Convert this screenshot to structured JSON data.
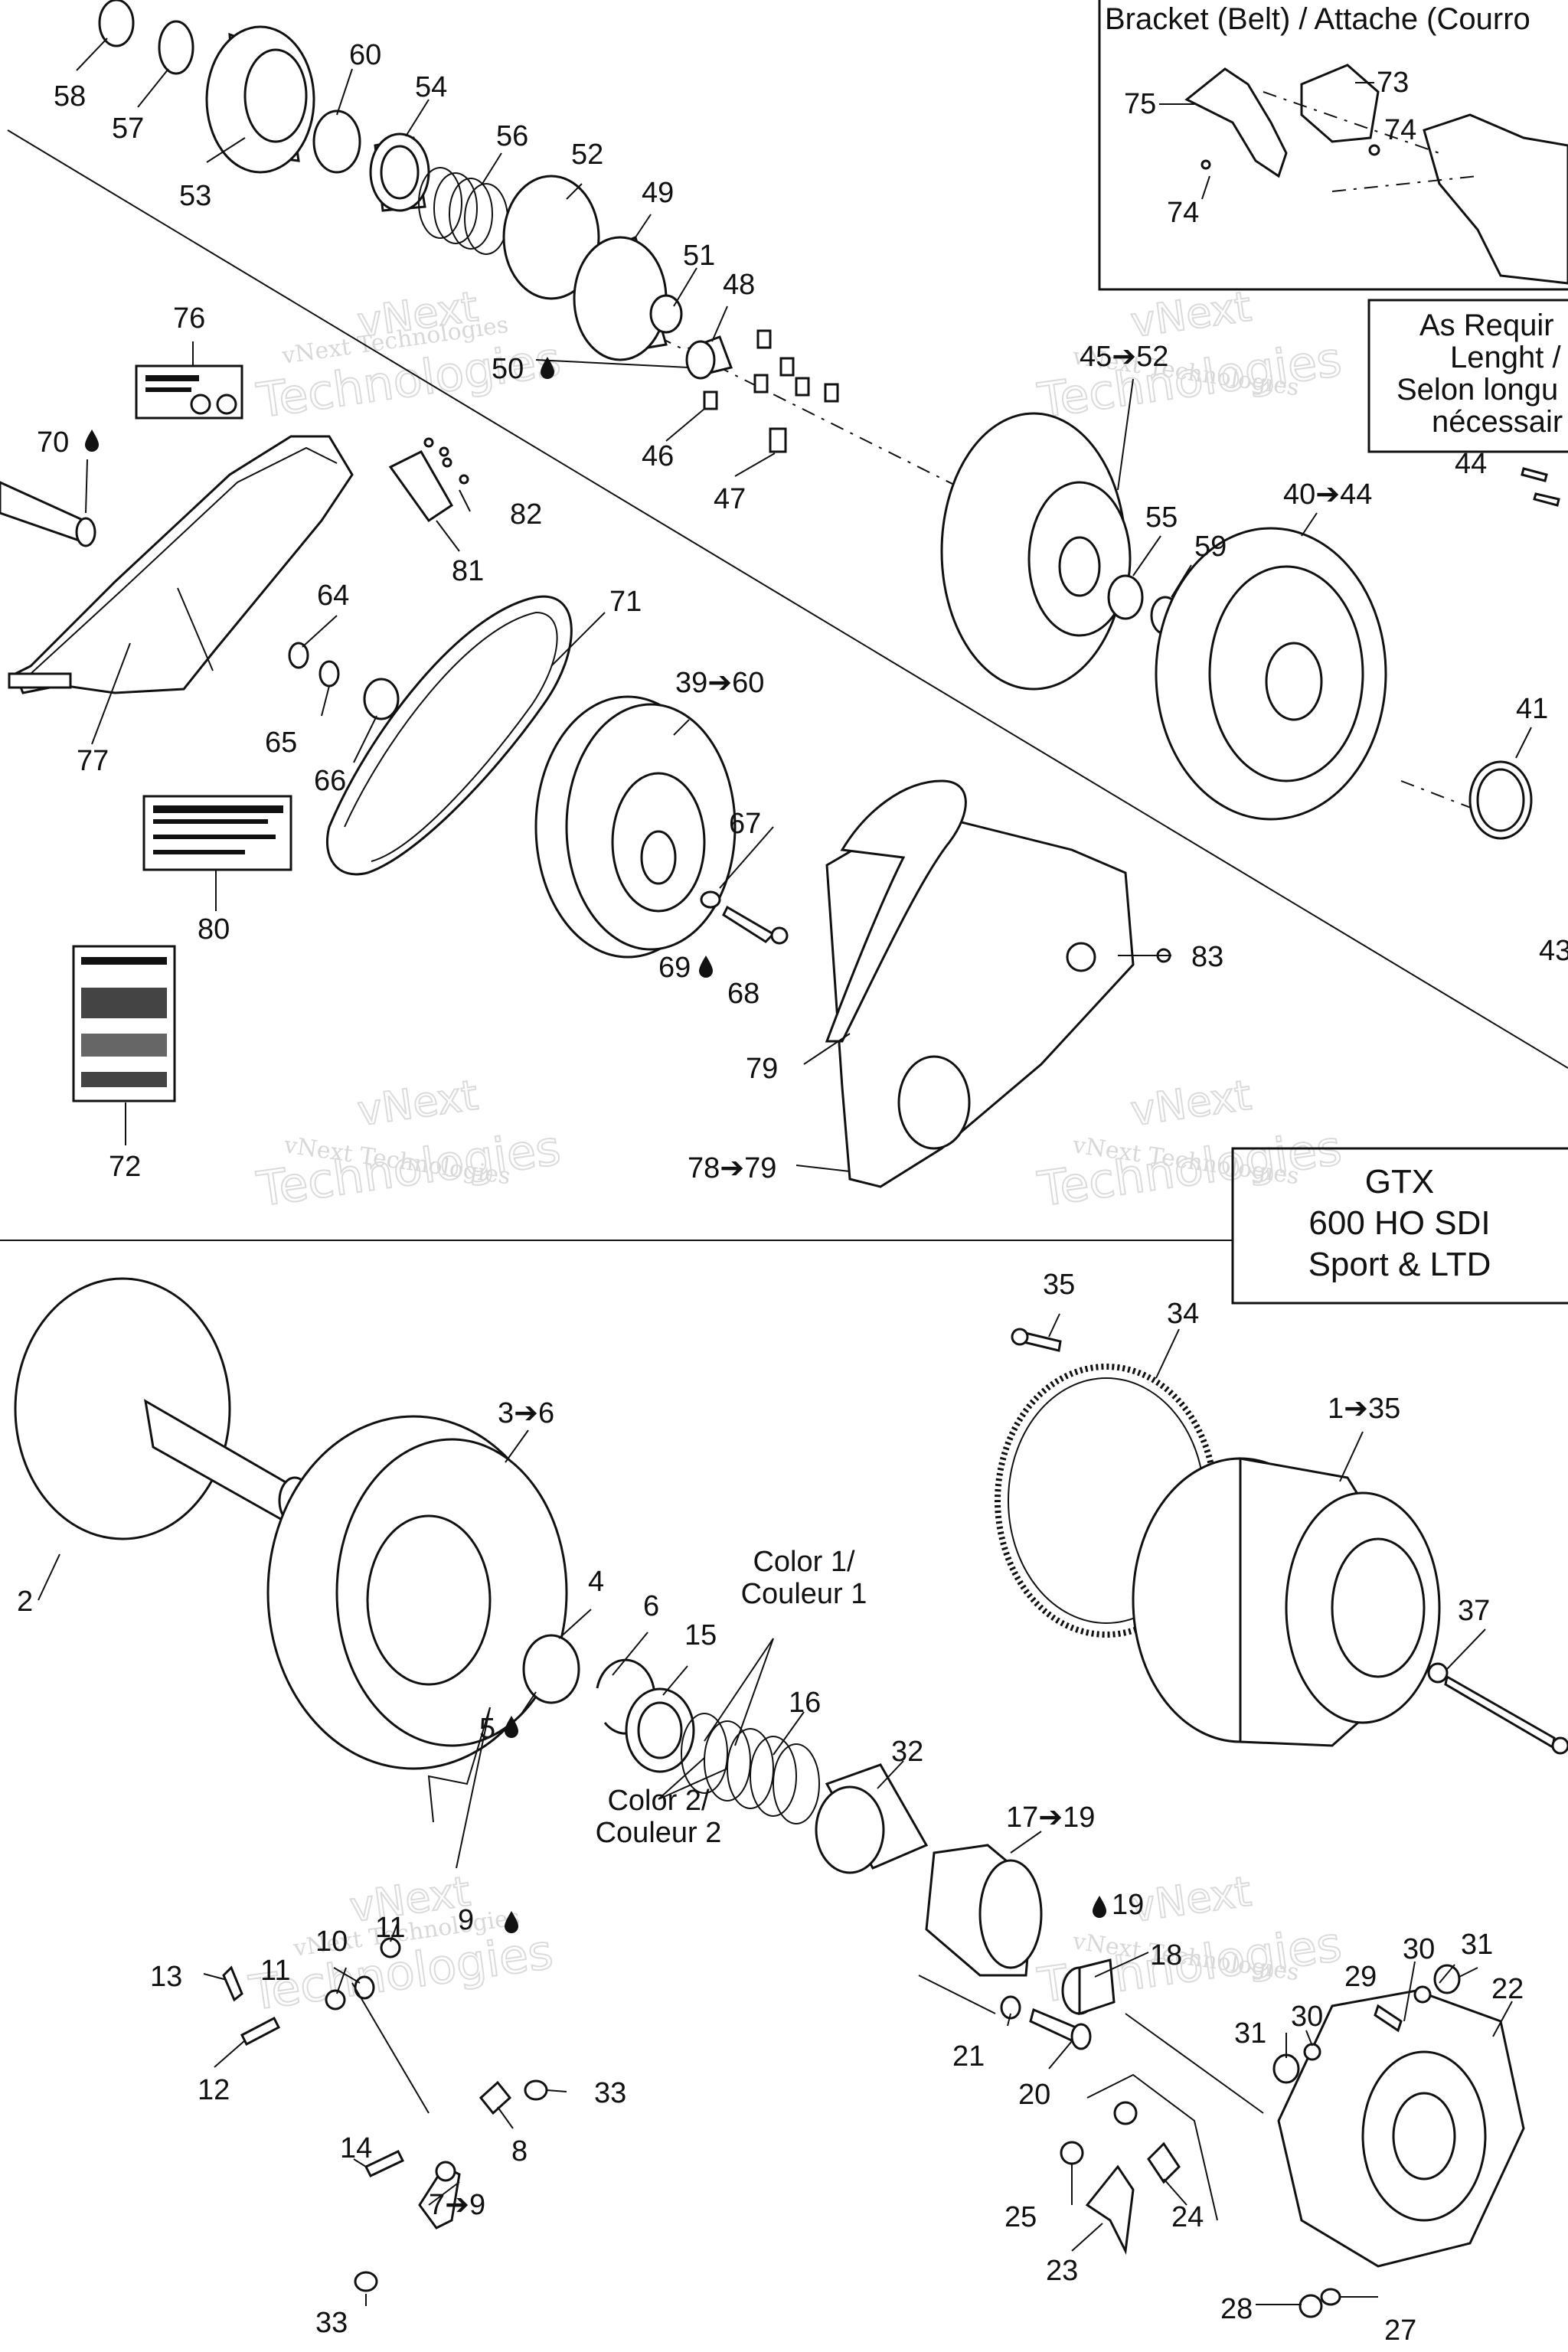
{
  "watermark": {
    "line1": "vNext Technologies",
    "line2": "vNext",
    "line3": "Technologies"
  },
  "boxes": {
    "bracket_title": "Bracket (Belt) / Attache (Courro",
    "as_required_lines": [
      "As Requir",
      "Lenght /",
      "Selon longu",
      "nécessair"
    ],
    "model_lines": [
      "GTX",
      "600 HO SDI",
      "Sport & LTD"
    ]
  },
  "callouts": {
    "c58": "58",
    "c57": "57",
    "c53": "53",
    "c60": "60",
    "c54": "54",
    "c56": "56",
    "c52": "52",
    "c49": "49",
    "c51": "51",
    "c48": "48",
    "c50": "50",
    "c46": "46",
    "c47": "47",
    "c76": "76",
    "c70": "70",
    "c82": "82",
    "c81": "81",
    "c77": "77",
    "c64": "64",
    "c65": "65",
    "c66": "66",
    "c71": "71",
    "c80": "80",
    "c72": "72",
    "c39_60": "39➔60",
    "c67": "67",
    "c69": "69",
    "c68": "68",
    "c79": "79",
    "c78_79": "78➔79",
    "c83": "83",
    "c45_52": "45➔52",
    "c55": "55",
    "c59": "59",
    "c40_44": "40➔44",
    "c41": "41",
    "c43": "43",
    "c44": "44",
    "c75": "75",
    "c73": "73",
    "c74a": "74",
    "c74b": "74",
    "c35": "35",
    "c34": "34",
    "c1_35": "1➔35",
    "c37": "37",
    "c2": "2",
    "c3_6": "3➔6",
    "c4": "4",
    "c6": "6",
    "c15": "15",
    "c5": "5",
    "c16": "16",
    "color1_line1": "Color 1/",
    "color1_line2": "Couleur 1",
    "color2_line1": "Color 2/",
    "color2_line2": "Couleur 2",
    "c32": "32",
    "c17_19": "17➔19",
    "c19": "19",
    "c18": "18",
    "c21": "21",
    "c20": "20",
    "c30a": "30",
    "c31a": "31",
    "c29": "29",
    "c30b": "30",
    "c31b": "31",
    "c22": "22",
    "c10": "10",
    "c11a": "11",
    "c11b": "11",
    "c13": "13",
    "c12": "12",
    "c9": "9",
    "c33a": "33",
    "c14": "14",
    "c8": "8",
    "c7_9": "7➔9",
    "c33b": "33",
    "c25": "25",
    "c24": "24",
    "c23": "23",
    "c28": "28",
    "c27": "27"
  }
}
